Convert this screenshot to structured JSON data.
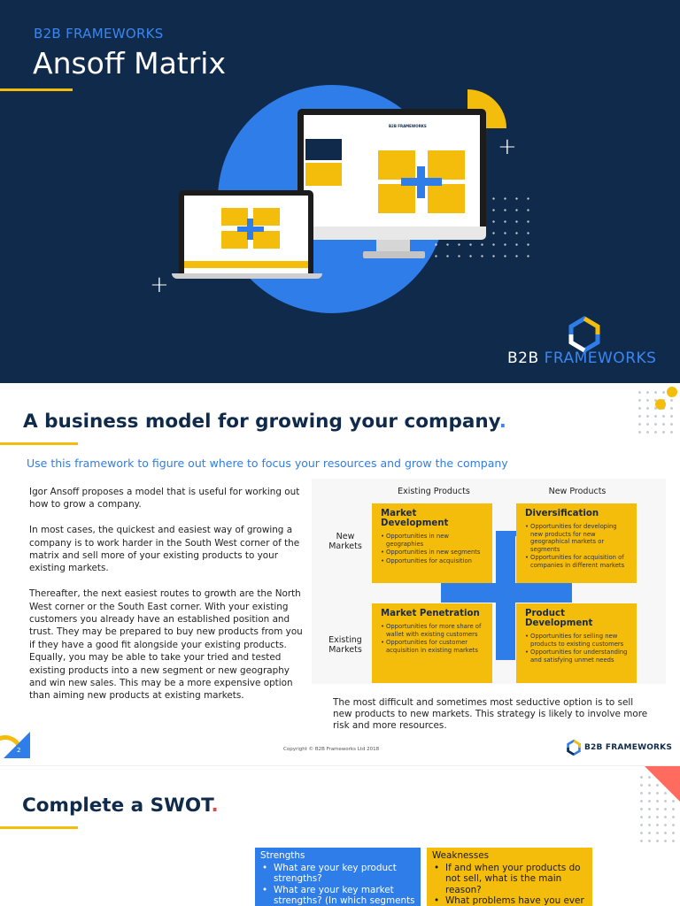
{
  "slide1": {
    "kicker": "B2B FRAMEWORKS",
    "title": "Ansoff Matrix",
    "brand_primary": "B2B",
    "brand_secondary": "FRAMEWORKS",
    "mini_brand": "B2B FRAMEWORKS",
    "colors": {
      "navy": "#0f2a4a",
      "blue": "#2f7de8",
      "yellow": "#f5bd0b"
    }
  },
  "slide2": {
    "heading": "A business model for growing your company",
    "heading_dot": ".",
    "subtitle": "Use this framework to figure out where to focus your resources and grow the company",
    "paragraphs": [
      "Igor Ansoff proposes a model that is useful for working out how to grow a company.",
      "In most cases, the quickest and easiest way of growing a company is to work harder in the South West corner of the matrix and sell more of your existing products to your existing markets.",
      "Thereafter, the next easiest routes to growth are the North West corner or the South East corner. With your existing customers you already have an established position and trust. They may be prepared to buy new products from you if they have a good fit alongside your existing products. Equally, you may be able to take your tried and tested existing products into a new segment or new geography and win new sales. This may be a more expensive option than aiming new products at existing markets."
    ],
    "matrix": {
      "col_existing": "Existing Products",
      "col_new": "New Products",
      "row_new": "New Markets",
      "row_existing": "Existing Markets",
      "quadrants": {
        "market_development": {
          "title": "Market Development",
          "bullets": [
            "Opportunities in new geographies",
            "Opportunities in new segments",
            "Opportunities for acquisition"
          ]
        },
        "diversification": {
          "title": "Diversification",
          "bullets": [
            "Opportunities for developing new products for new geographical markets or segments",
            "Opportunities for acquisition of companies in different markets"
          ]
        },
        "market_penetration": {
          "title": "Market Penetration",
          "bullets": [
            "Opportunities for more share of wallet with existing customers",
            "Opportunities for customer acquisition in existing markets"
          ]
        },
        "product_development": {
          "title": "Product Development",
          "bullets": [
            "Opportunities for selling new products to existing customers",
            "Opportunities for understanding and satisfying unmet needs"
          ]
        }
      }
    },
    "note": "The most difficult and sometimes most seductive option is to sell new products to new markets. This strategy is likely to involve more risk and more resources.",
    "page_number": "2",
    "copyright": "Copyright © B2B Frameworks Ltd 2018",
    "footer_brand": "B2B FRAMEWORKS"
  },
  "slide3": {
    "heading": "Complete a SWOT",
    "heading_dot": ".",
    "strengths": {
      "label": "Strengths",
      "bullets": [
        "What are your key product strengths?",
        "What are your key market strengths? (In which segments"
      ]
    },
    "weaknesses": {
      "label": "Weaknesses",
      "bullets": [
        "If and when your products do not sell, what is the main reason?",
        "What problems have you ever"
      ]
    }
  }
}
